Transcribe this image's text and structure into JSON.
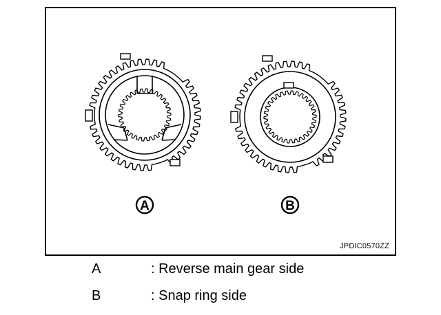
{
  "figure": {
    "code": "JPDIC0570ZZ",
    "callouts": [
      {
        "letter": "A"
      },
      {
        "letter": "B"
      }
    ]
  },
  "legend": [
    {
      "key": "A",
      "text": ": Reverse main gear side"
    },
    {
      "key": "B",
      "text": ": Snap ring side"
    }
  ]
}
